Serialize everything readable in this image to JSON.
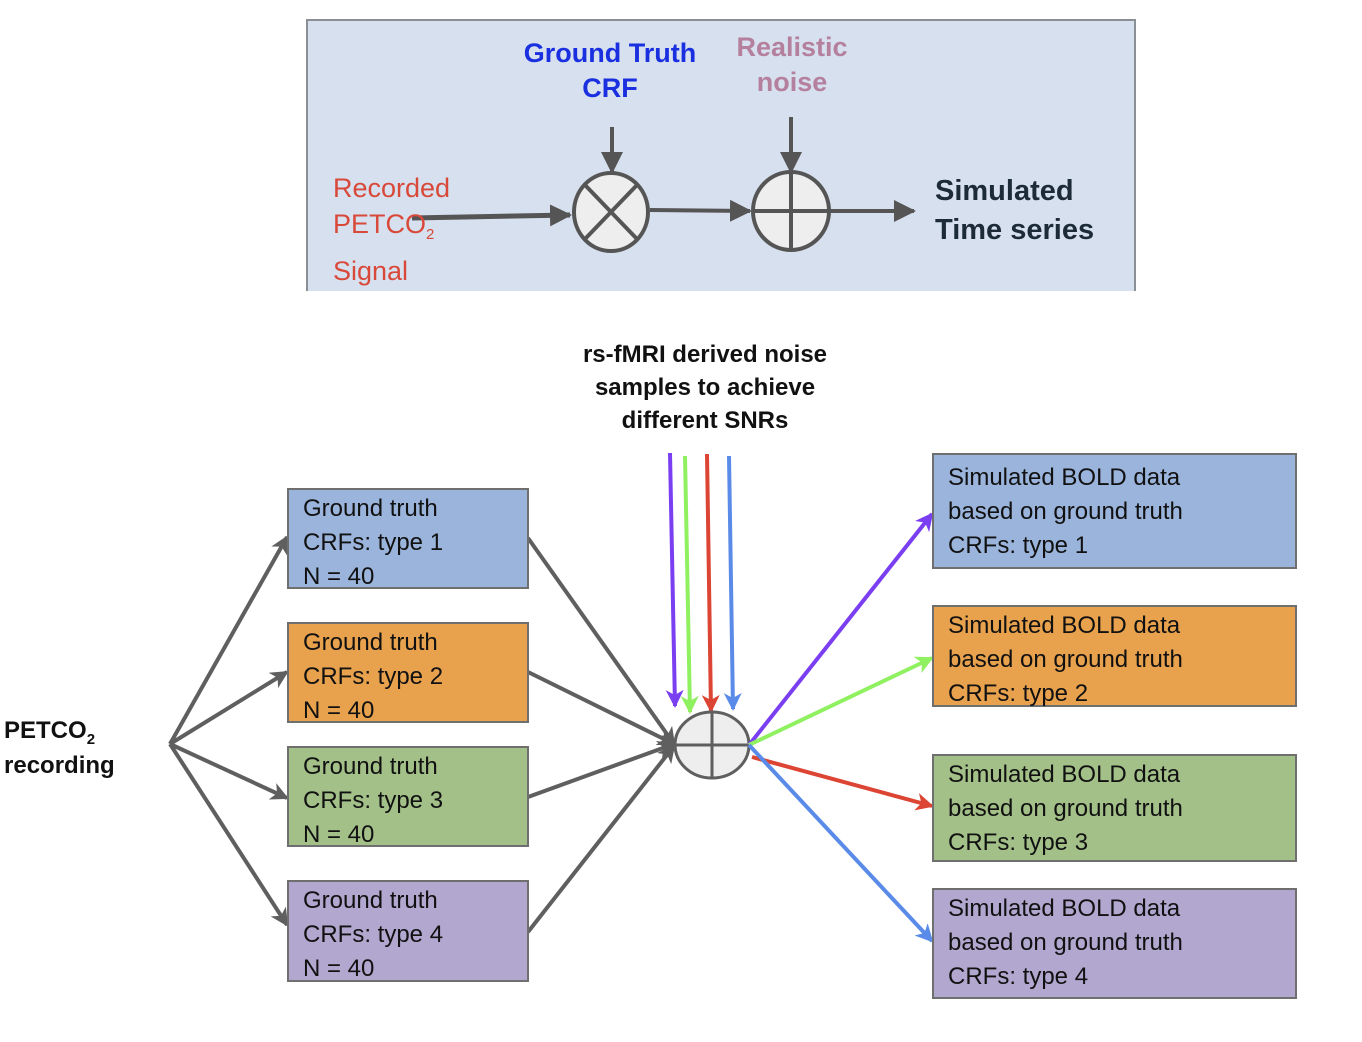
{
  "top_panel": {
    "crf_label": [
      "Ground Truth",
      "CRF"
    ],
    "noise_label": [
      "Realistic",
      "noise"
    ],
    "input_label": {
      "line1": "Recorded",
      "line2_main": "PETCO",
      "line2_sub": "2",
      "line3": "Signal"
    },
    "output_label": [
      "Simulated",
      "Time series"
    ],
    "operators": [
      "multiply-icon",
      "add-icon"
    ]
  },
  "bottom": {
    "source_label": {
      "main": "PETCO",
      "sub": "2",
      "line2": "recording"
    },
    "noise_title": [
      "rs-fMRI derived noise",
      "samples to achieve",
      "different SNRs"
    ],
    "crf_boxes": [
      {
        "lines": [
          "Ground truth",
          "CRFs: type 1",
          "N = 40"
        ],
        "color": "#9bb4dc"
      },
      {
        "lines": [
          "Ground truth",
          "CRFs: type 2",
          "N = 40"
        ],
        "color": "#e8a24e"
      },
      {
        "lines": [
          "Ground truth",
          "CRFs: type 3",
          "N = 40"
        ],
        "color": "#a3c088"
      },
      {
        "lines": [
          "Ground truth",
          "CRFs: type 4",
          "N = 40"
        ],
        "color": "#b1a7cf"
      }
    ],
    "output_boxes": [
      {
        "lines": [
          "Simulated BOLD data",
          "based on ground truth",
          "CRFs: type 1"
        ],
        "color": "#9bb4dc"
      },
      {
        "lines": [
          "Simulated BOLD data",
          "based on ground truth",
          "CRFs: type 2"
        ],
        "color": "#e8a24e"
      },
      {
        "lines": [
          "Simulated BOLD data",
          "based on ground truth",
          "CRFs: type 3"
        ],
        "color": "#a3c088"
      },
      {
        "lines": [
          "Simulated BOLD data",
          "based on ground truth",
          "CRFs: type 4"
        ],
        "color": "#b1a7cf"
      }
    ],
    "noise_arrow_colors": [
      "#7b3ff2",
      "#8ff060",
      "#dc4433",
      "#5b8be8"
    ]
  }
}
